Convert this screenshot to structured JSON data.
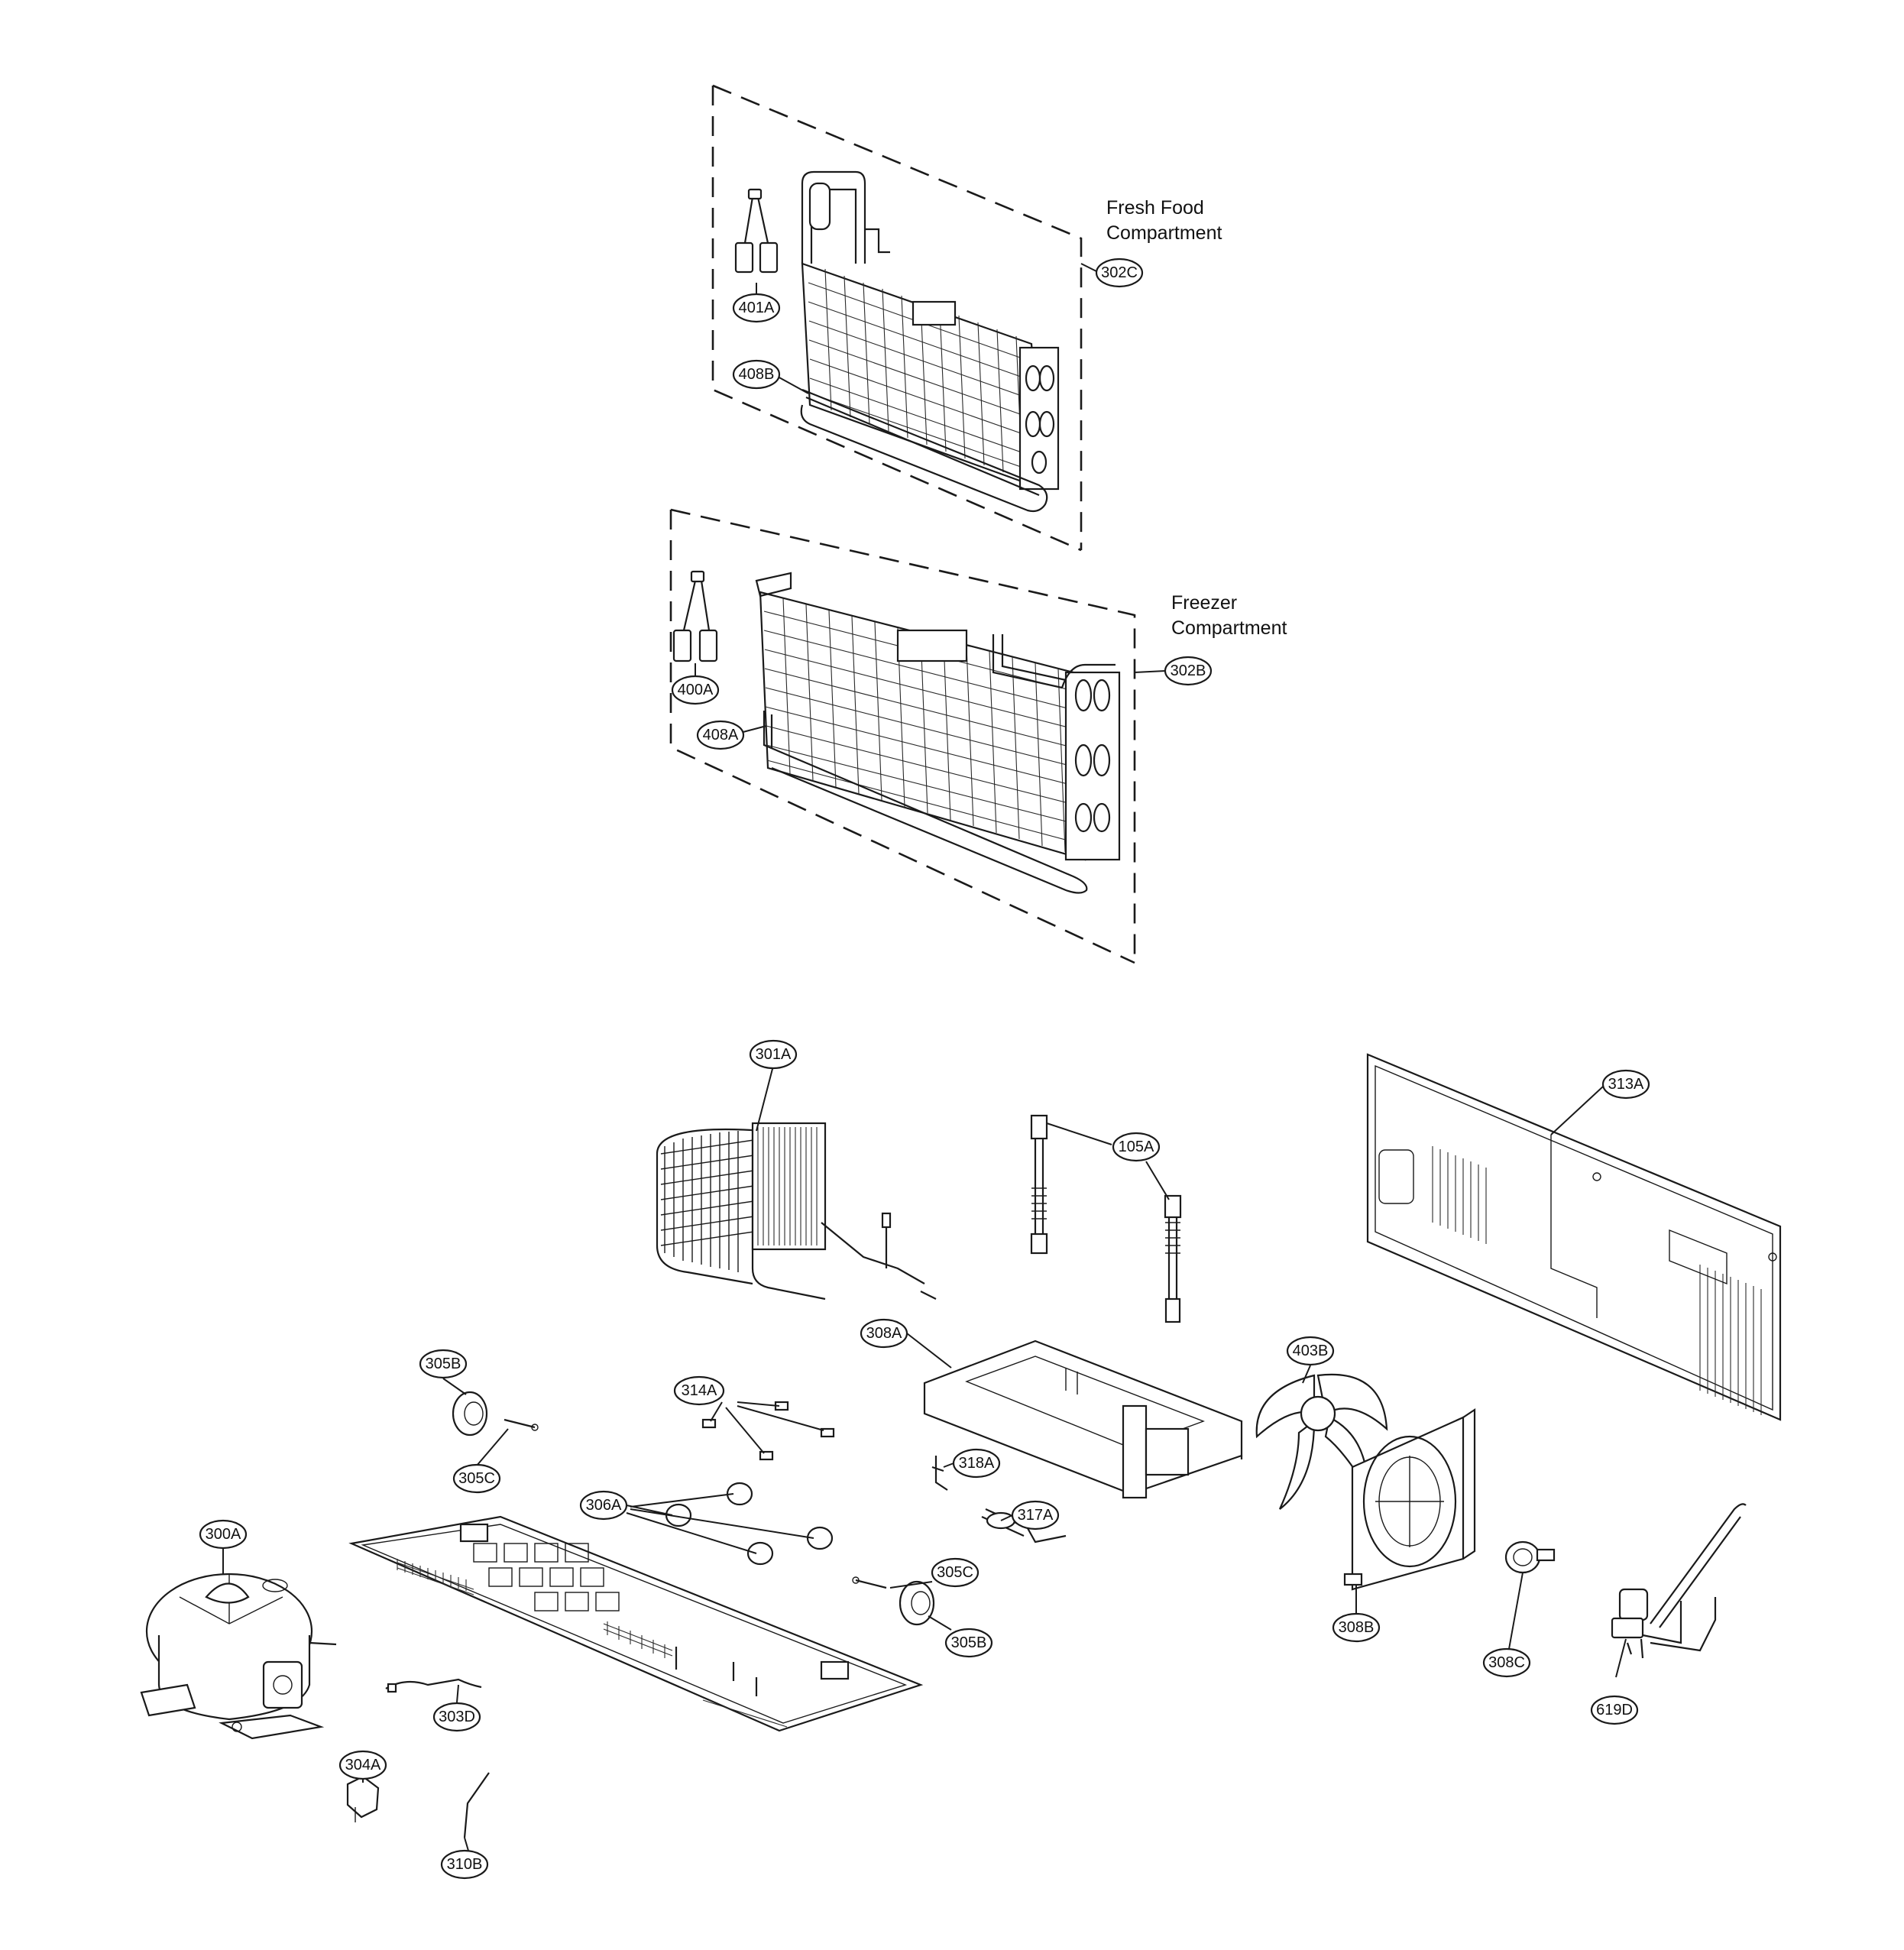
{
  "captions": {
    "fresh_food_line1": "Fresh Food",
    "fresh_food_line2": "Compartment",
    "freezer_line1": "Freezer",
    "freezer_line2": "Compartment"
  },
  "callouts": {
    "c302C": "302C",
    "c401A": "401A",
    "c408B": "408B",
    "c302B": "302B",
    "c400A": "400A",
    "c408A": "408A",
    "c301A": "301A",
    "c105A": "105A",
    "c313A": "313A",
    "c308A": "308A",
    "c305B_top": "305B",
    "c314A": "314A",
    "c403B": "403B",
    "c318A": "318A",
    "c317A": "317A",
    "c305C_top": "305C",
    "c306A": "306A",
    "c300A": "300A",
    "c305C_mid": "305C",
    "c305B_mid": "305B",
    "c308B": "308B",
    "c308C": "308C",
    "c619D": "619D",
    "c303D": "303D",
    "c304A": "304A",
    "c310B": "310B"
  }
}
